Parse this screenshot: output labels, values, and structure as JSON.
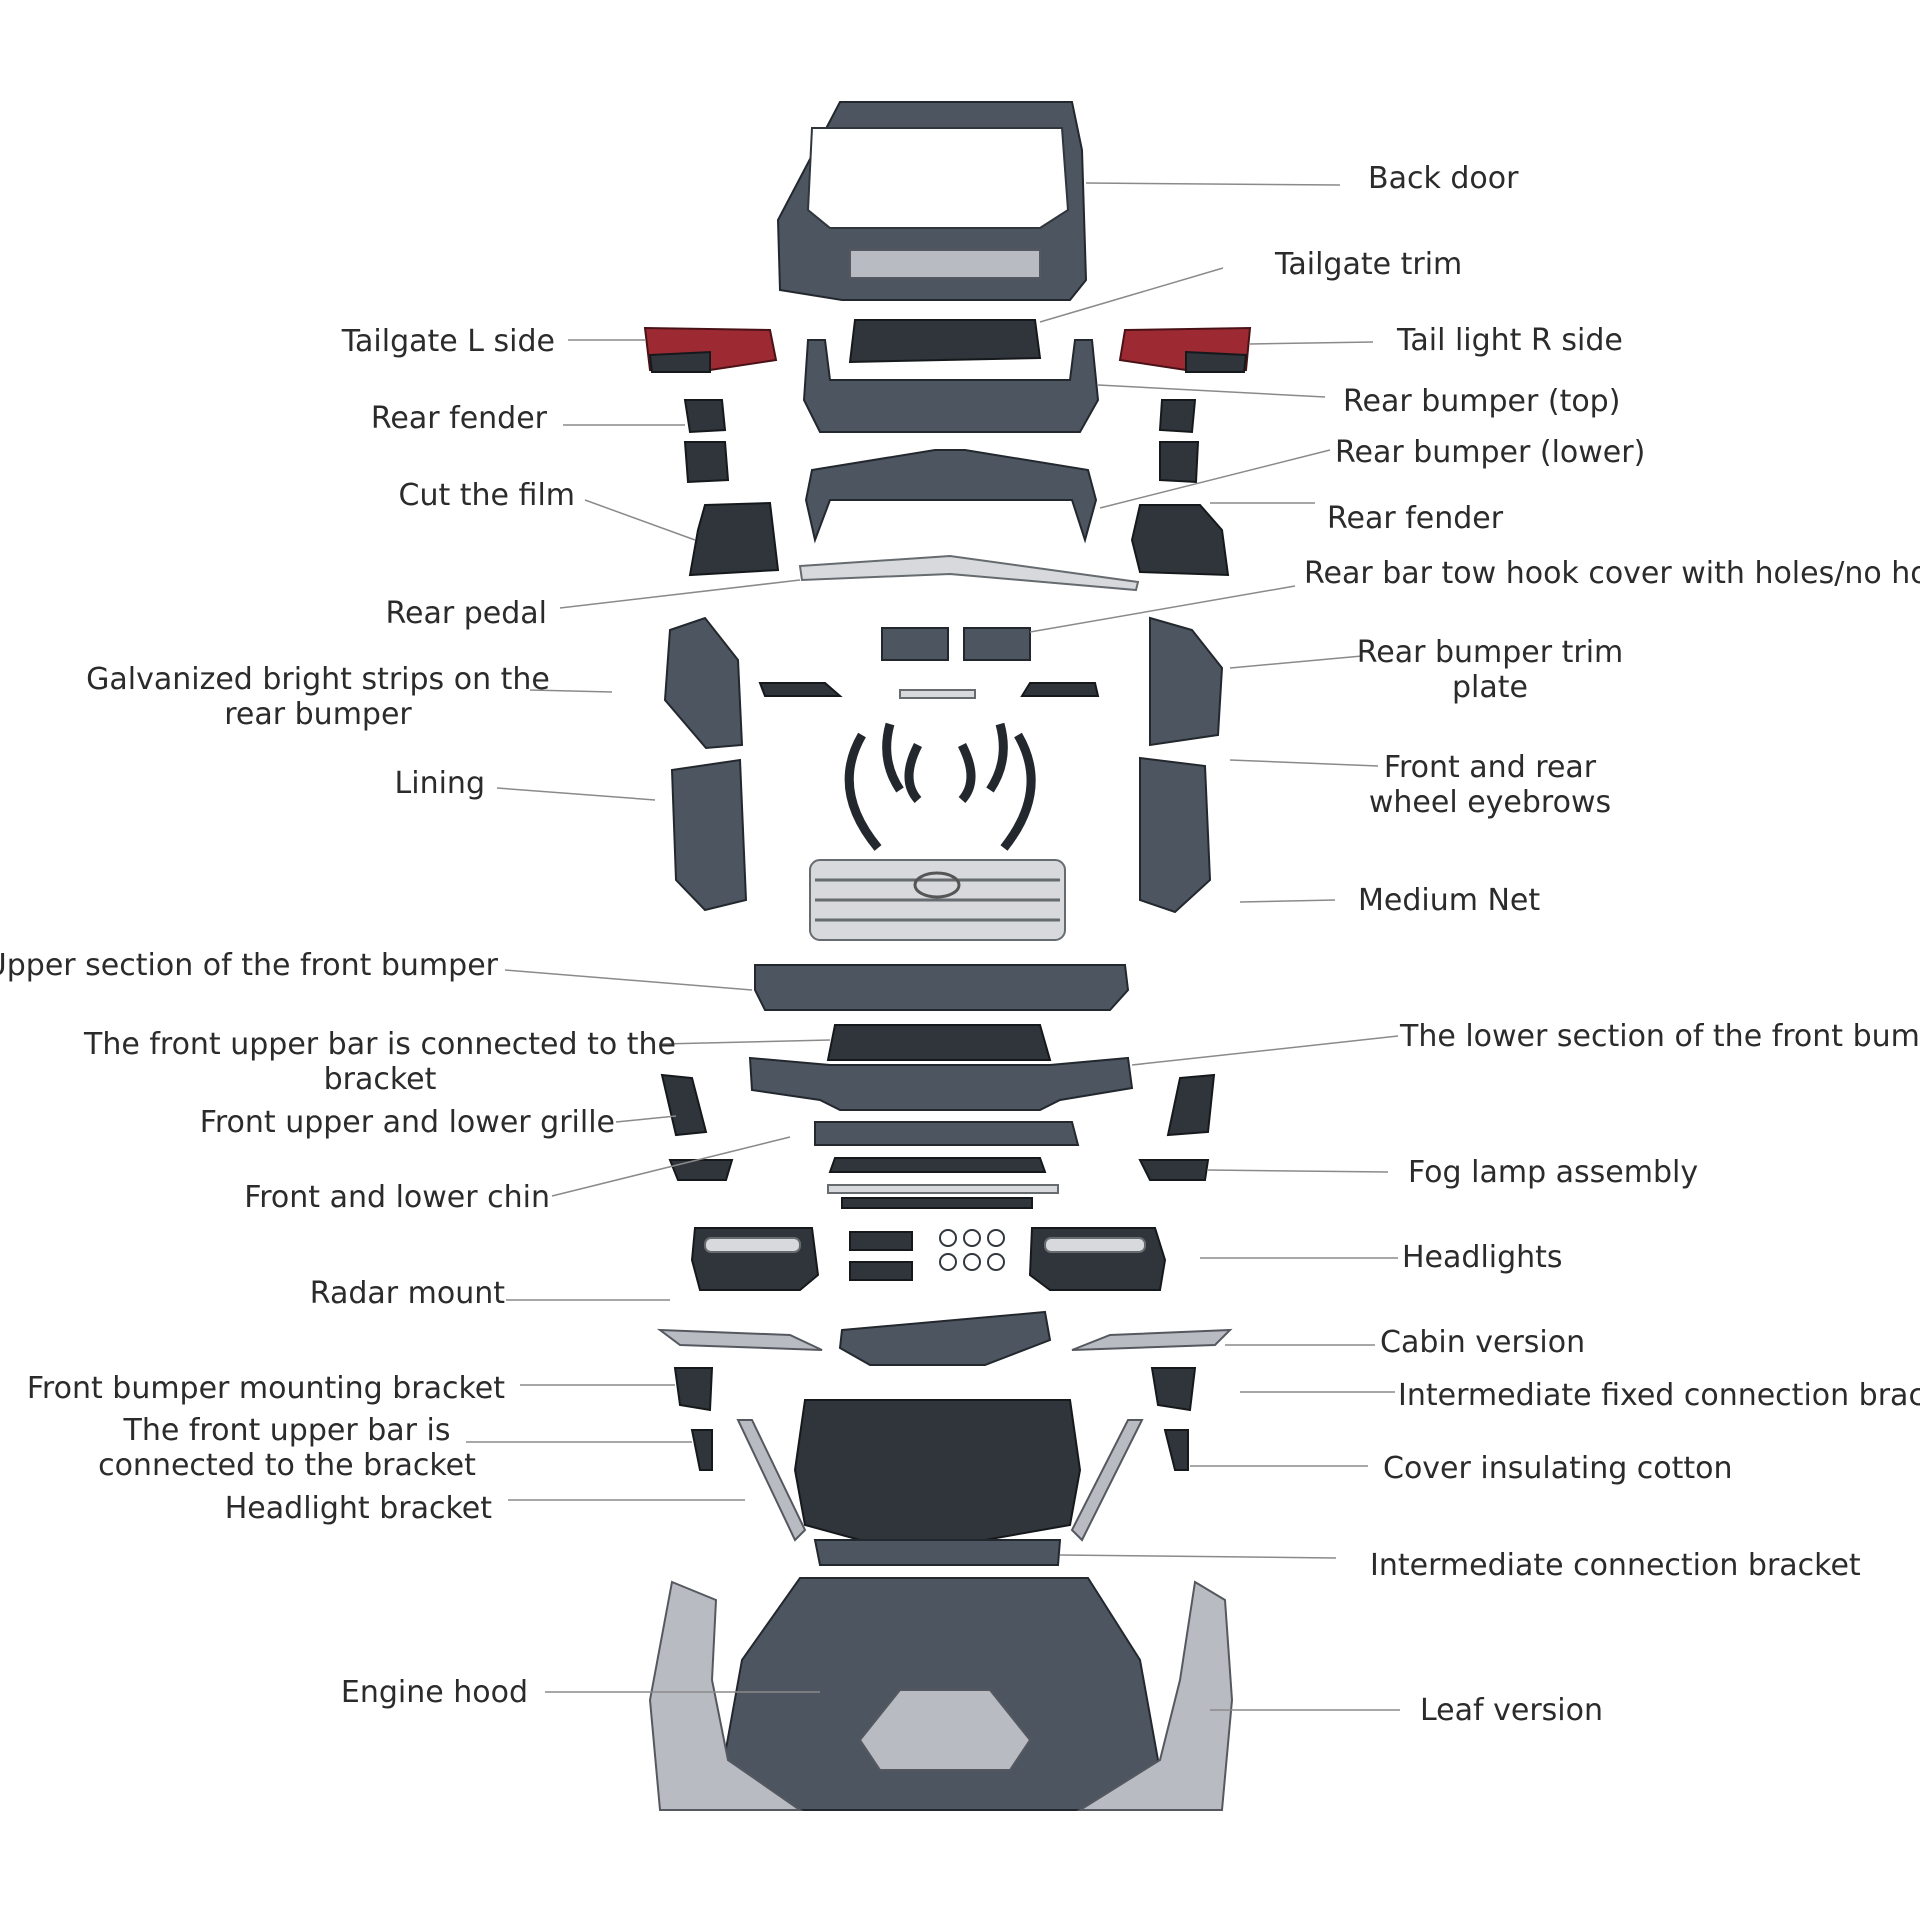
{
  "labels": {
    "back_door": "Back door",
    "tailgate_trim": "Tailgate trim",
    "tailgate_l_side": "Tailgate L side",
    "tail_light_r_side": "Tail light R side",
    "rear_bumper_top": "Rear bumper (top)",
    "rear_fender_left": "Rear fender",
    "rear_bumper_lower": "Rear bumper (lower)",
    "cut_the_film": "Cut the film",
    "rear_fender_right": "Rear fender",
    "rear_bar_tow_hook": "Rear bar tow hook cover with holes/no holes",
    "rear_pedal": "Rear pedal",
    "galvanized_line1": "Galvanized bright strips on the",
    "galvanized_line2": "rear bumper",
    "rear_bumper_trim_line1": "Rear bumper trim",
    "rear_bumper_trim_line2": "plate",
    "lining": "Lining",
    "wheel_eyebrows_line1": "Front and rear",
    "wheel_eyebrows_line2": "wheel eyebrows",
    "medium_net": "Medium Net",
    "upper_front_bumper": "Upper section of the front bumper",
    "front_upper_bar_line1": "The front upper bar is connected to the",
    "front_upper_bar_line2": "bracket",
    "lower_front_bumper": "The lower section of the front bumper",
    "front_grille": "Front upper and lower grille",
    "fog_lamp": "Fog lamp assembly",
    "front_lower_chin": "Front and lower chin",
    "headlights": "Headlights",
    "radar_mount": "Radar mount",
    "cabin_version": "Cabin version",
    "front_bumper_mounting": "Front bumper mounting bracket",
    "intermediate_fixed": "Intermediate fixed connection bracket",
    "front_upper_bar2_line1": "The front upper bar is",
    "front_upper_bar2_line2": "connected to the bracket",
    "cover_insulating": "Cover insulating cotton",
    "headlight_bracket": "Headlight bracket",
    "intermediate_connection": "Intermediate connection bracket",
    "engine_hood": "Engine hood",
    "leaf_version": "Leaf version"
  }
}
